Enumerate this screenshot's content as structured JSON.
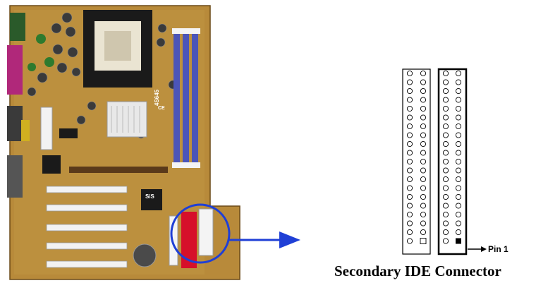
{
  "board": {
    "model": "4S645",
    "chip_logo": "SiS",
    "ce_mark": "CE"
  },
  "connector": {
    "title": "Secondary IDE Connector",
    "pin_label": "Pin 1"
  },
  "colors": {
    "board": "#b88a3a",
    "dimm_slot": "#4b55b8",
    "ide_red": "#d6102a",
    "callout_blue": "#1f3fd6",
    "pci_slot": "#f2f2f2"
  },
  "icons": [
    "arrow-right-icon",
    "callout-circle-icon",
    "pin1-square-icon"
  ]
}
